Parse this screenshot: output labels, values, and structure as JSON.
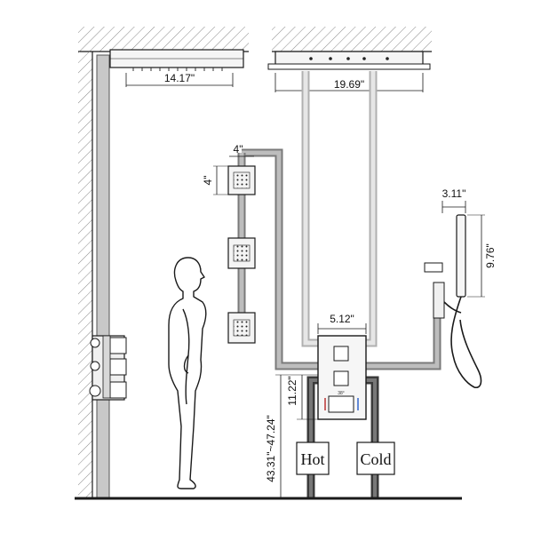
{
  "dimensions": {
    "ceiling_rain_side_width": "14.17\"",
    "ceiling_rain_front_width": "19.69\"",
    "body_jet_spacing": "4\"",
    "body_jet_size": "4\"",
    "valve_width": "5.12\"",
    "valve_height": "11.22\"",
    "valve_mount_height": "43.31\"~47.24\"",
    "handshower_width": "3.11\"",
    "handshower_length": "9.76\""
  },
  "supply": {
    "hot_label": "Hot",
    "cold_label": "Cold"
  },
  "valve_knob_mark": "38°",
  "colors": {
    "pipe": "#b0b0b0",
    "pipe_dark": "#6f6f6f",
    "supply_pipe": "#404040",
    "line": "#1a1a1a"
  }
}
